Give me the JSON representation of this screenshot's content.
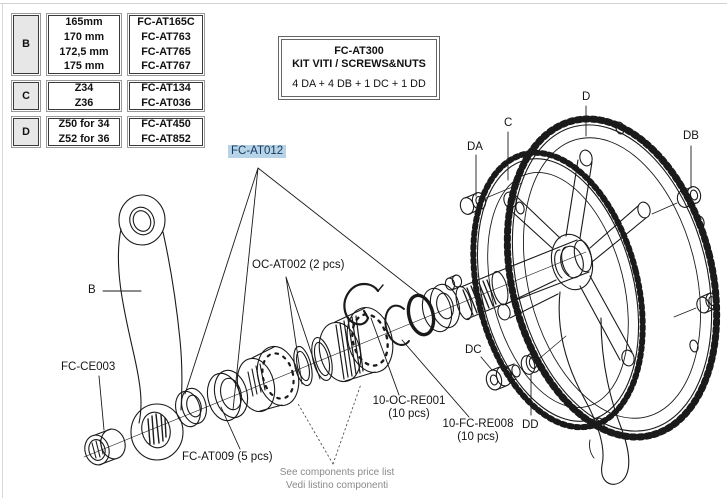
{
  "colors": {
    "line": "#1a1a1a",
    "highlight_bg": "#b7d3e7",
    "highlight_text": "#16395d",
    "note_text": "#8a8a8a",
    "table_key_fill": "#e7e7e7"
  },
  "parts_table": {
    "rows": [
      {
        "key": "B",
        "options": [
          "165mm",
          "170 mm",
          "172,5 mm",
          "175 mm"
        ],
        "codes": [
          "FC-AT165C",
          "FC-AT763",
          "FC-AT765",
          "FC-AT767"
        ]
      },
      {
        "key": "C",
        "options": [
          "Z34",
          "Z36"
        ],
        "codes": [
          "FC-AT134",
          "FC-AT036"
        ]
      },
      {
        "key": "D",
        "options": [
          "Z50 for 34",
          "Z52 for 36"
        ],
        "codes": [
          "FC-AT450",
          "FC-AT852"
        ]
      }
    ]
  },
  "kit_box": {
    "code": "FC-AT300",
    "title": "KIT VITI / SCREWS&NUTS",
    "contents": "4 DA + 4 DB + 1 DC + 1 DD"
  },
  "diagram_labels": {
    "fc_at012": "FC-AT012",
    "crank_arm": "B",
    "inner_ring": "C",
    "outer_ring": "D",
    "bolt_da": "DA",
    "nut_db": "DB",
    "bolt_dc": "DC",
    "washer_dd": "DD",
    "dust_cap": "FC-CE003",
    "cups": "OC-AT002 (2 pcs)",
    "bearings": "FC-AT009 (5 pcs)",
    "re001_line1": "10-OC-RE001",
    "re001_line2": "(10 pcs)",
    "re008_line1": "10-FC-RE008",
    "re008_line2": "(10 pcs)"
  },
  "note": {
    "line1": "See components price list",
    "line2": "Vedi listino componenti"
  }
}
